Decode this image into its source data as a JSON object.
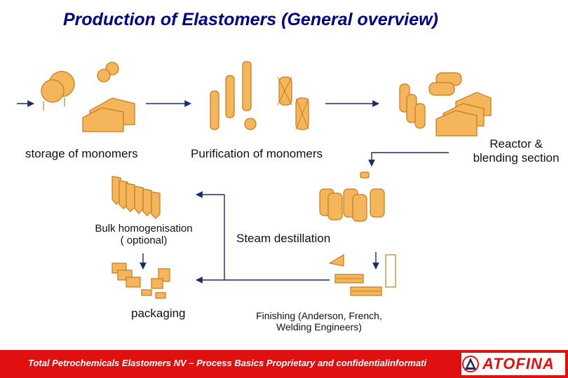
{
  "title": "Production of Elastomers (General overview)",
  "labels": {
    "storage": "storage of monomers",
    "purification": "Purification of monomers",
    "reactor_line1": "Reactor &",
    "reactor_line2": "blending section",
    "bulk_line1": "Bulk homogenisation",
    "bulk_line2": "( optional)",
    "steam": "Steam destillation",
    "packaging": "packaging",
    "finishing_line1": "Finishing (Anderson, French,",
    "finishing_line2": "Welding Engineers)"
  },
  "footer": {
    "text": "Total Petrochemicals Elastomers NV – Process Basics  Proprietary and confidentialinformati",
    "logo": "ATOFINA"
  },
  "colors": {
    "equipment_fill": "#f5b55a",
    "equipment_stroke": "#c47a20",
    "arrow": "#1a2a6a",
    "title": "#000080",
    "footer": "#e01010"
  }
}
